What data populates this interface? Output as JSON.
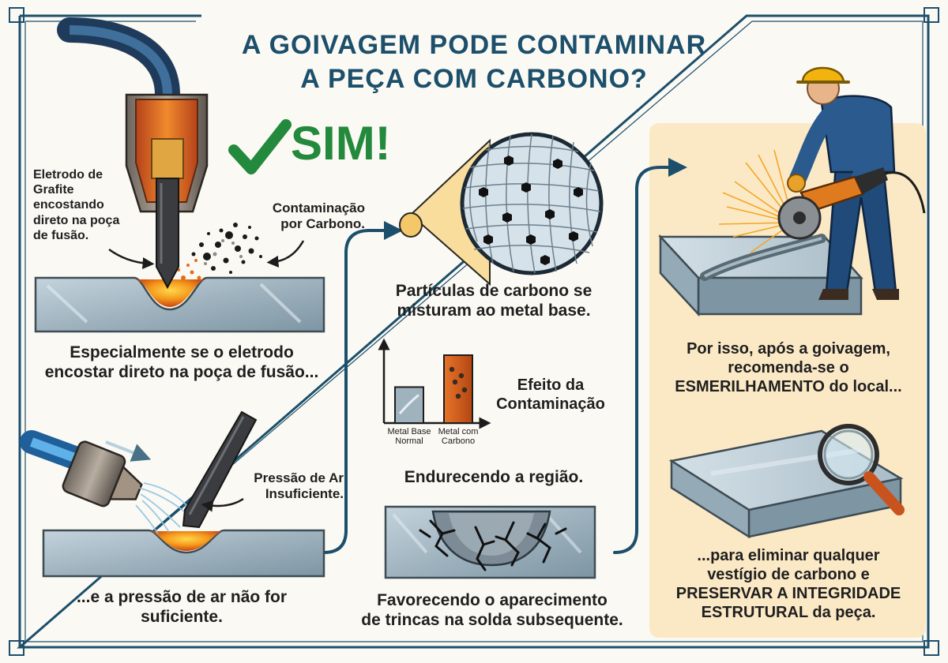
{
  "title": {
    "line1": "A GOIVAGEM PODE CONTAMINAR",
    "line2": "A PEÇA COM CARBONO?"
  },
  "answer": "SIM!",
  "panel1": {
    "electrode_label": [
      "Eletrodo de",
      "Grafite",
      "encostando",
      "direto na poça",
      "de fusão."
    ],
    "contamination_label": [
      "Contaminação",
      "por Carbono."
    ],
    "caption": [
      "Especialmente se o eletrodo",
      "encostar direto na poça de fusão..."
    ]
  },
  "panel2": {
    "pressure_label": [
      "Pressão de Ar",
      "Insuficiente."
    ],
    "caption": [
      "...e a pressão de ar não for",
      "suficiente."
    ]
  },
  "panel3": {
    "caption": [
      "Partículas de carbono se",
      "misturam ao metal base."
    ]
  },
  "hardness_chart": {
    "title": [
      "Efeito da",
      "Contaminação"
    ],
    "caption": "Endurecendo a região."
  },
  "chart_data": {
    "type": "bar",
    "categories": [
      "Metal Base Normal",
      "Metal com Carbono"
    ],
    "category_lines": [
      [
        "Metal Base",
        "Normal"
      ],
      [
        "Metal com",
        "Carbono"
      ]
    ],
    "values": [
      0.53,
      1.0
    ],
    "title": "Efeito da Contaminação",
    "xlabel": "",
    "ylabel": "",
    "colors": [
      "#9fb3bf",
      "#d45f1b"
    ]
  },
  "panel4": {
    "caption": [
      "Favorecendo o aparecimento",
      "de trincas na solda subsequente."
    ]
  },
  "panel5": {
    "caption": [
      "Por isso, após a goivagem,",
      "recomenda-se o",
      "ESMERILHAMENTO do local..."
    ]
  },
  "panel6": {
    "caption": [
      "...para eliminar qualquer",
      "vestígio de carbono e",
      "PRESERVAR A INTEGRIDADE",
      "ESTRUTURAL da peça."
    ]
  },
  "colors": {
    "title": "#1c4f6b",
    "answer": "#23893c",
    "frame": "#1c4f6b",
    "highlight_panel": "#fbe9c6",
    "molten": "#f08a1c",
    "steel": "#9fb3bf"
  }
}
